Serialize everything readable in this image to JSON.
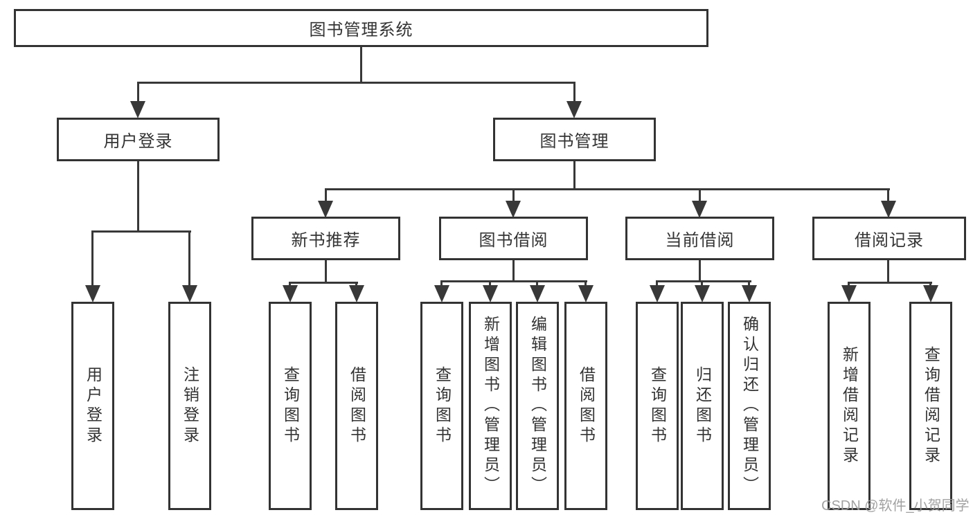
{
  "tree": {
    "root": {
      "label": "图书管理系统"
    },
    "user_login": {
      "label": "用户登录",
      "children": [
        "用户登录",
        "注销登录"
      ]
    },
    "book_mgmt": {
      "label": "图书管理"
    },
    "new_books": {
      "label": "新书推荐",
      "children": [
        "查询图书",
        "借阅图书"
      ]
    },
    "book_borrow": {
      "label": "图书借阅",
      "children": [
        "查询图书",
        "新增图书（管理员）",
        "编辑图书（管理员）",
        "借阅图书"
      ]
    },
    "current_borrow": {
      "label": "当前借阅",
      "children": [
        "查询图书",
        "归还图书",
        "确认归还（管理员）"
      ]
    },
    "borrow_records": {
      "label": "借阅记录",
      "children": [
        "新增借阅记录",
        "查询借阅记录"
      ]
    }
  },
  "watermark": "CSDN @软件_小贺同学",
  "colors": {
    "line": "#383838",
    "border": "#333333",
    "text": "#333333",
    "background": "#ffffff",
    "watermark": "#9b9b9b"
  }
}
